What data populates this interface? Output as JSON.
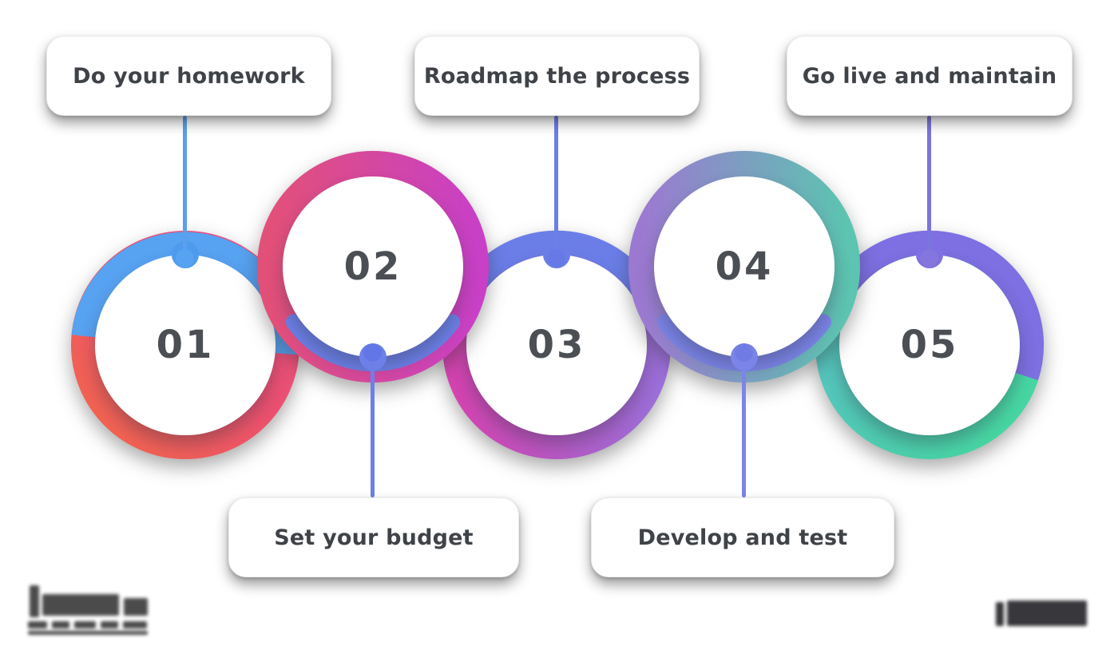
{
  "diagram": {
    "type": "process-infographic",
    "step_count": 5,
    "background": "#ffffff",
    "text_color": "#3F4347",
    "number_color": "#4B4F54"
  },
  "steps": [
    {
      "number": "01",
      "label": "Do your homework",
      "label_position": "top",
      "ring_colors": [
        "#57A2F1",
        "#F3674B",
        "#EC5070",
        "#E94E86"
      ],
      "connector_color": "#57A2F1"
    },
    {
      "number": "02",
      "label": "Set your budget",
      "label_position": "bottom",
      "ring_colors": [
        "#E25079",
        "#C840C6",
        "#6C80E8"
      ],
      "connector_color": "#6C80E8"
    },
    {
      "number": "03",
      "label": "Roadmap the process",
      "label_position": "top",
      "ring_colors": [
        "#6B7EE8",
        "#D443B0",
        "#9B6FD9"
      ],
      "connector_color": "#6C7FE6"
    },
    {
      "number": "04",
      "label": "Develop and test",
      "label_position": "bottom",
      "ring_colors": [
        "#9C79D1",
        "#5CC4B0",
        "#7B85E8"
      ],
      "connector_color": "#7B85E8"
    },
    {
      "number": "05",
      "label": "Go live and maintain",
      "label_position": "top",
      "ring_colors": [
        "#7E6FE2",
        "#5ABFC6",
        "#47D6A3"
      ],
      "connector_color": "#7B74DE"
    }
  ],
  "watermarks": {
    "bottom_left": "illegible blurred logo",
    "bottom_right": "illegible blurred logo"
  }
}
